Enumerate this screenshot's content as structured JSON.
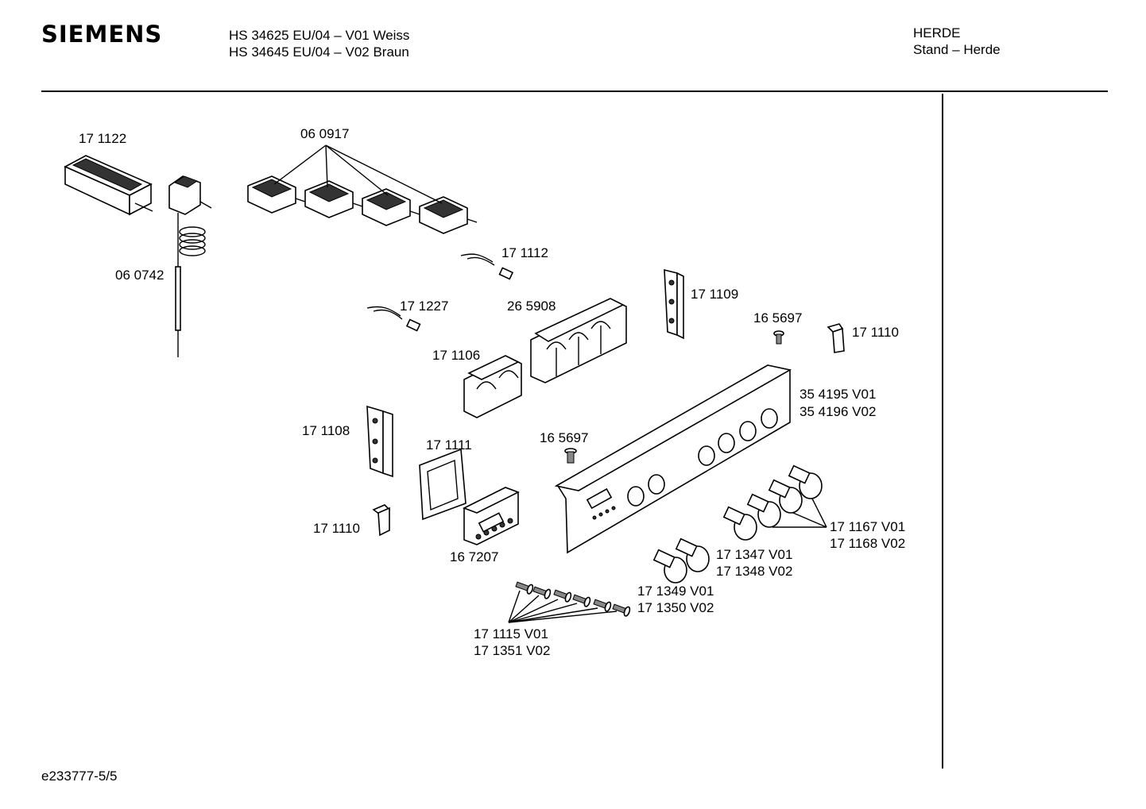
{
  "header": {
    "brand": "SIEMENS",
    "model_line_1": "HS 34625 EU/04 – V01 Weiss",
    "model_line_2": "HS 34645 EU/04 – V02 Braun",
    "category_line_1": "HERDE",
    "category_line_2": "Stand – Herde"
  },
  "footer": {
    "doc_id": "e233777-5/5"
  },
  "labels": {
    "p171122": "17 1122",
    "p060917": "06 0917",
    "p060742": "06 0742",
    "p171112": "17 1112",
    "p171227": "17 1227",
    "p265908": "26 5908",
    "p171109": "17 1109",
    "p165697a": "16 5697",
    "p171110a": "17 1110",
    "p171106": "17 1106",
    "p354195": "35 4195 V01",
    "p354196": "35 4196 V02",
    "p171108": "17 1108",
    "p171111": "17 1111",
    "p165697b": "16 5697",
    "p171110b": "17 1110",
    "p167207": "16 7207",
    "p171167": "17 1167 V01",
    "p171168": "17 1168 V02",
    "p171347": "17 1347 V01",
    "p171348": "17 1348 V02",
    "p171349": "17 1349 V01",
    "p171350": "17 1350 V02",
    "p171115": "17 1115 V01",
    "p171351": "17 1351 V02"
  }
}
